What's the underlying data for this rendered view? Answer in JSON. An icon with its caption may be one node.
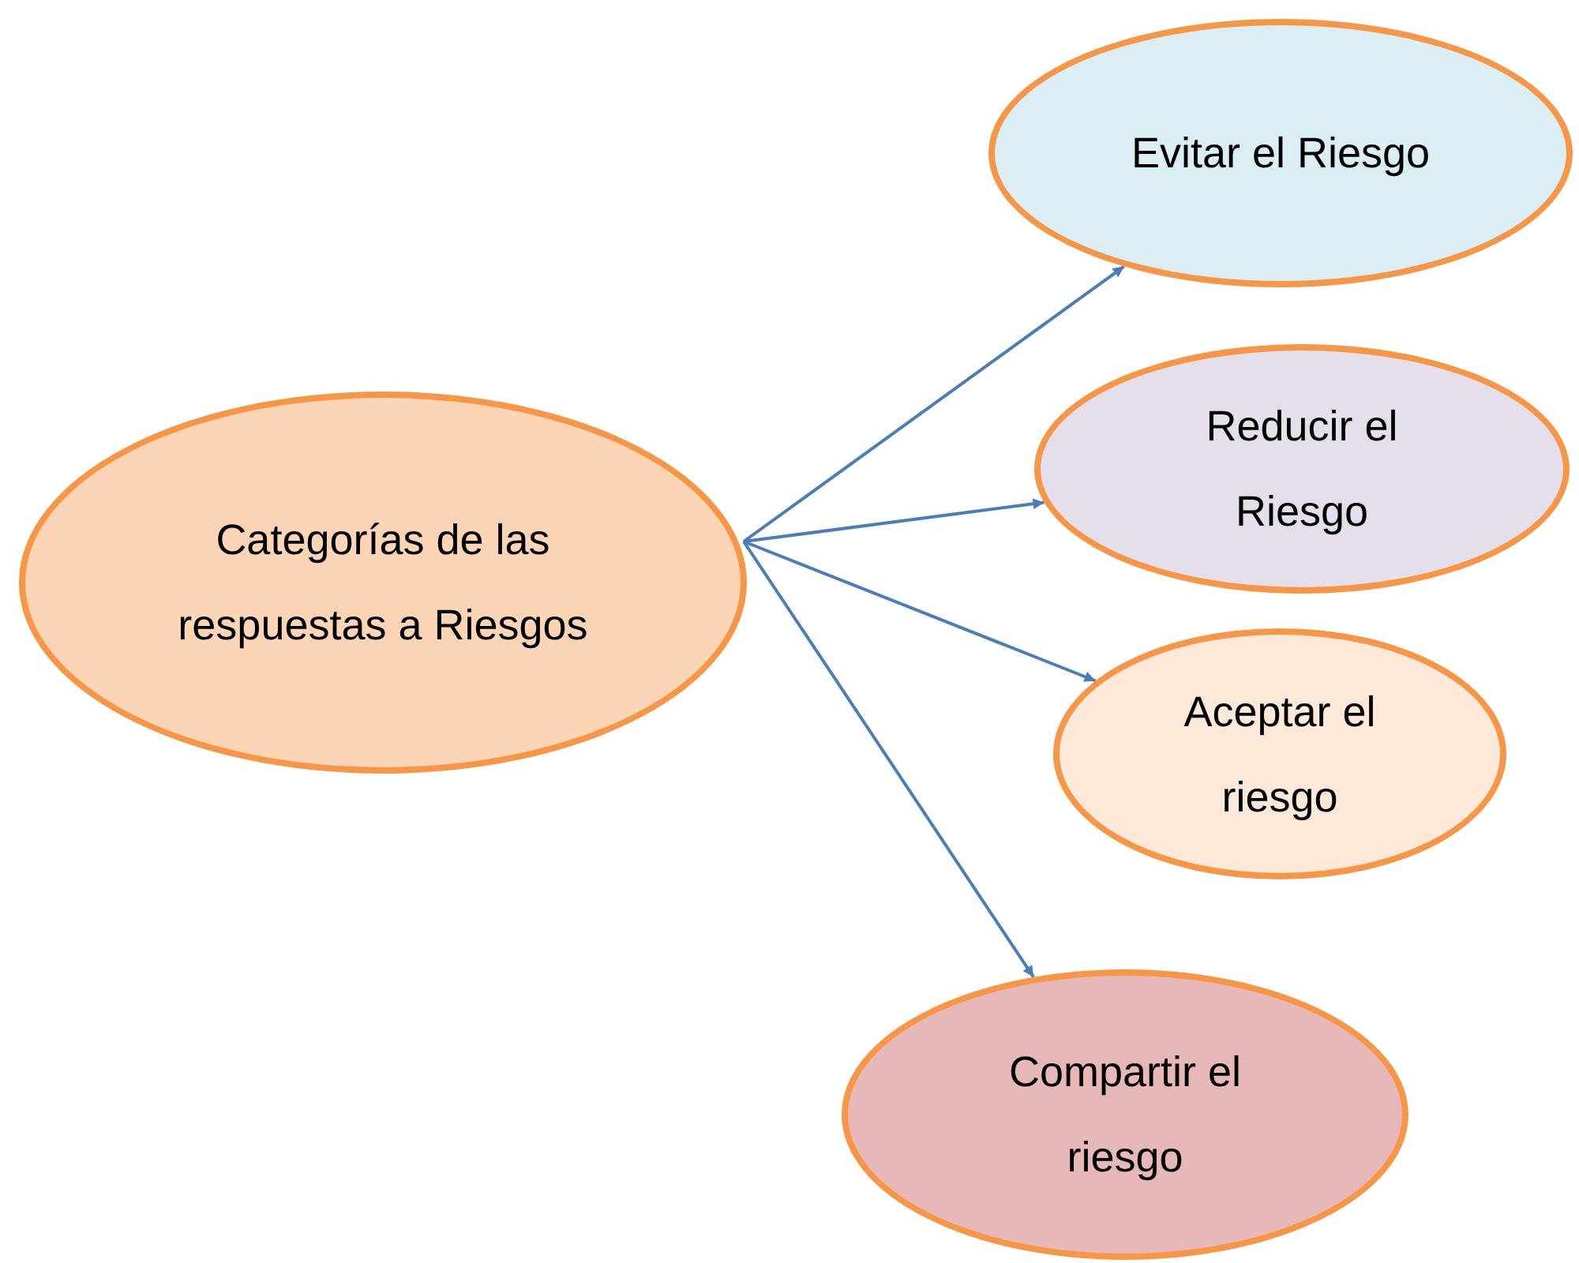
{
  "diagram": {
    "nodes": [
      {
        "text": [
          "Categorías de las respuestas a Riesgos"
        ]
      },
      {
        "text": [
          "Evitar el Riesgo"
        ]
      },
      {
        "text": [
          "Reducir el Riesgo"
        ]
      },
      {
        "text": [
          "Aceptar el riesgo"
        ]
      },
      {
        "text": [
          "Compartir el riesgo"
        ]
      }
    ],
    "edges": [
      {
        "from": 0,
        "to": 1,
        "arrow": "to"
      },
      {
        "from": 0,
        "to": 2,
        "arrow": "to"
      },
      {
        "from": 0,
        "to": 3,
        "arrow": "to"
      },
      {
        "from": 0,
        "to": 4,
        "arrow": "to"
      }
    ]
  }
}
